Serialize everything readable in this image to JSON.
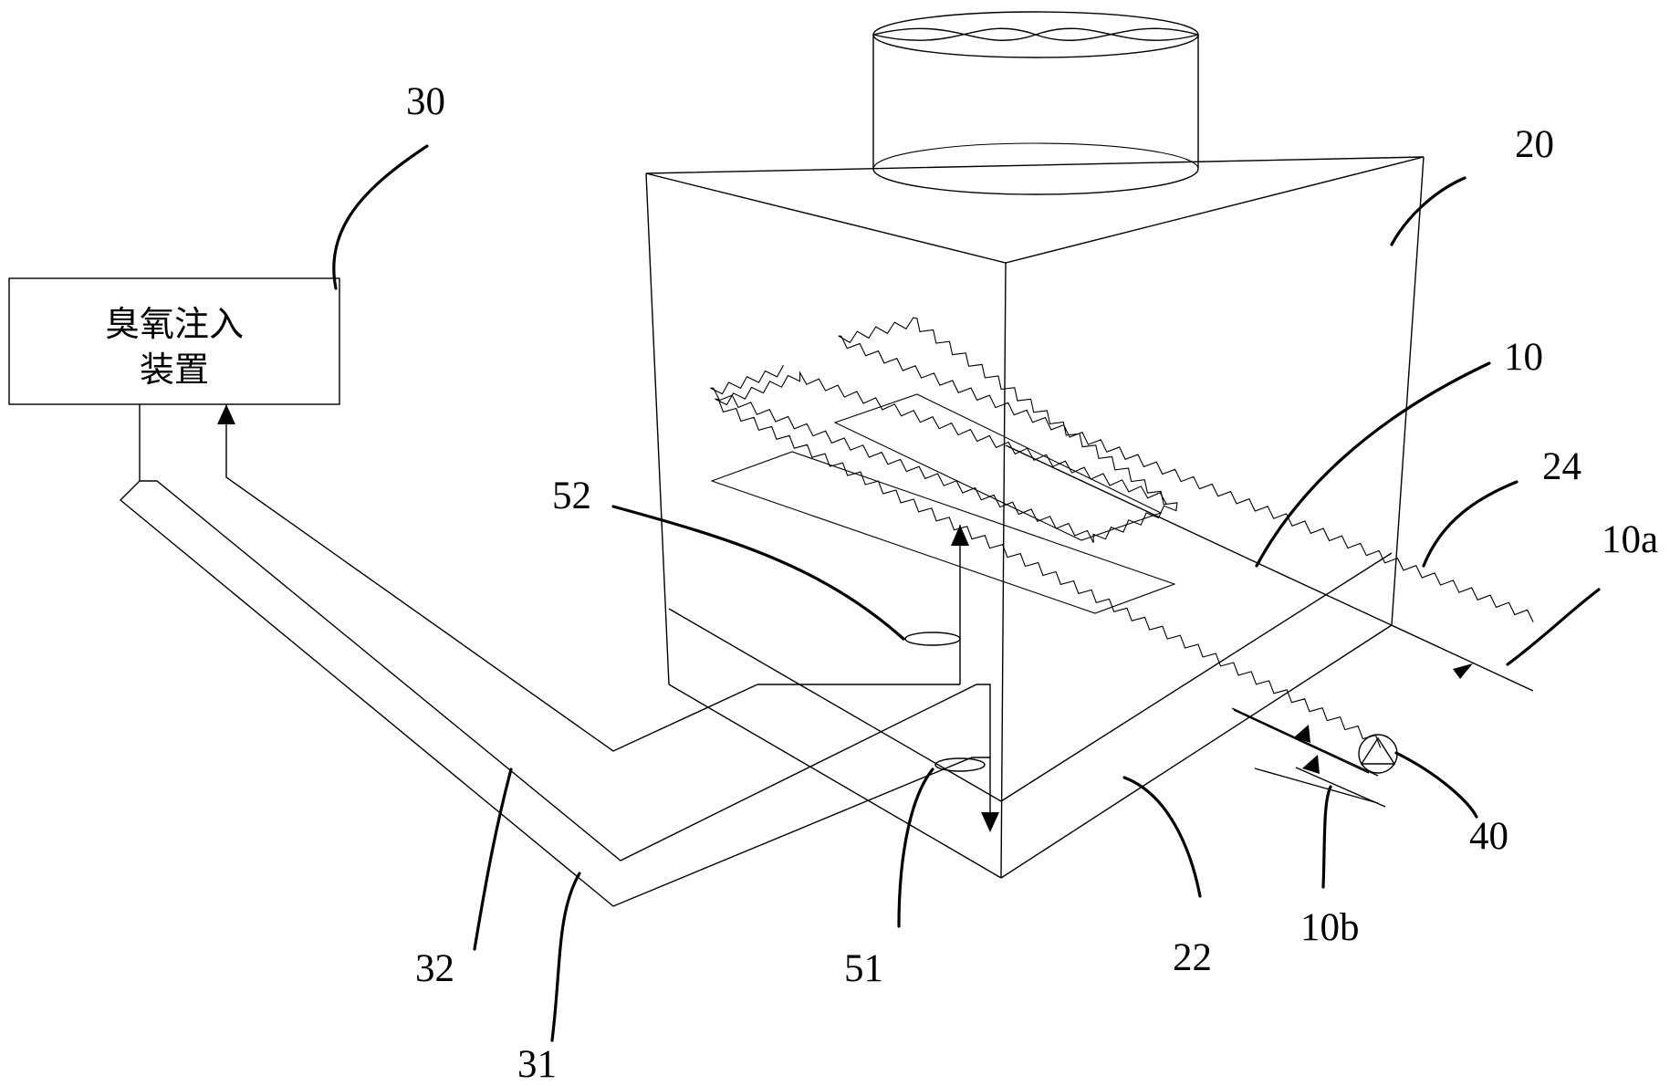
{
  "device_box": {
    "line1": "臭氧注入",
    "line2": "装置"
  },
  "refs": {
    "r30": "30",
    "r20": "20",
    "r10": "10",
    "r24": "24",
    "r10a": "10a",
    "r52": "52",
    "r40": "40",
    "r10b": "10b",
    "r22": "22",
    "r51": "51",
    "r32": "32",
    "r31": "31"
  }
}
